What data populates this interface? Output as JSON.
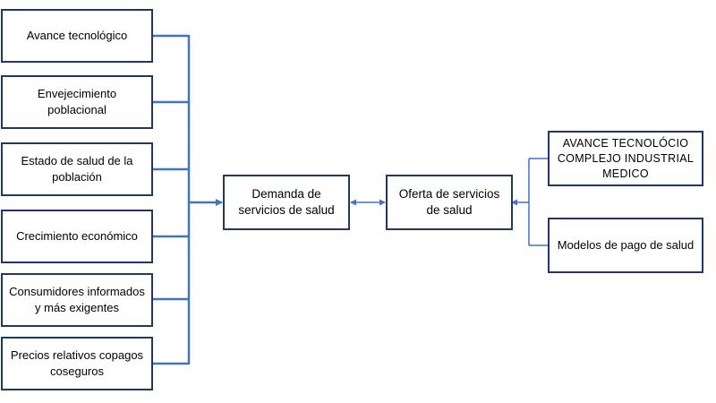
{
  "colors": {
    "box_border": "#203864",
    "connector": "#4472C4"
  },
  "factors": [
    {
      "label": "Avance tecnológico"
    },
    {
      "label": "Envejecimiento poblacional"
    },
    {
      "label": "Estado de salud de la población"
    },
    {
      "label": "Crecimiento económico"
    },
    {
      "label": "Consumidores informados y más exigentes"
    },
    {
      "label": "Precios relativos copagos coseguros"
    }
  ],
  "demand": {
    "label": "Demanda de servicios de salud"
  },
  "supply": {
    "label": "Oferta de servicios de salud"
  },
  "supply_factors": [
    {
      "label": "AVANCE TECNOLÓCIO COMPLEJO INDUSTRIAL MEDICO"
    },
    {
      "label": "Modelos de pago de salud"
    }
  ]
}
